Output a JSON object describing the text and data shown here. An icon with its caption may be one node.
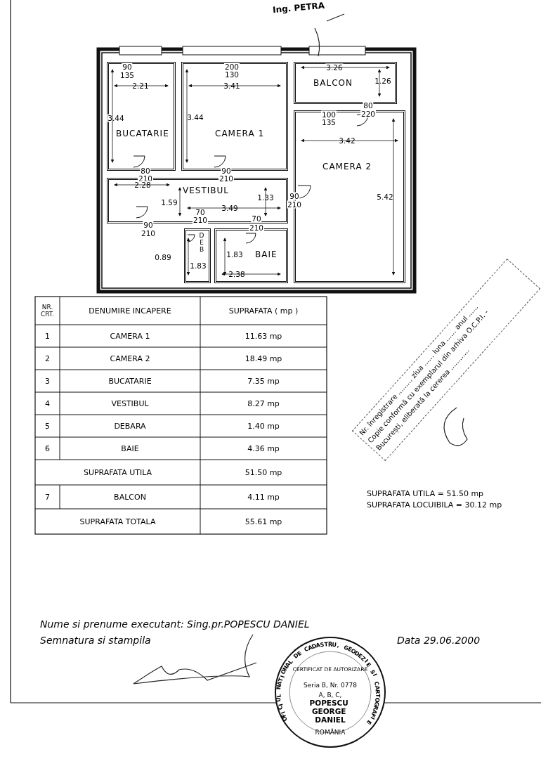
{
  "diagram": {
    "nodes": [
      {
        "text": [
          "BUCATARIE"
        ]
      },
      {
        "text": [
          "CAMERA 1"
        ]
      },
      {
        "text": [
          "BALCON"
        ]
      },
      {
        "text": [
          "CAMERA 2"
        ]
      },
      {
        "text": [
          "VESTIBUL"
        ]
      },
      {
        "text": [
          "DEB"
        ]
      },
      {
        "text": [
          "BAIE"
        ]
      }
    ],
    "labels": [
      "90",
      "135",
      "2.21",
      "3.44",
      "200",
      "130",
      "3.41",
      "3.44",
      "3.26",
      "1.26",
      "80",
      "100",
      "220",
      "135",
      "3.42",
      "80",
      "210",
      "90",
      "210",
      "2.28",
      "1.59",
      "1.33",
      "3.49",
      "90",
      "210",
      "5.42",
      "70",
      "210",
      "90",
      "210",
      "70",
      "210",
      "0.89",
      "1.83",
      "1.83",
      "2.38",
      "NR. CRT.",
      "DENUMIRE INCAPERE",
      "SUPRAFATA ( mp )",
      "1",
      "CAMERA 1",
      "11.63 mp",
      "2",
      "CAMERA 2",
      "18.49 mp",
      "3",
      "BUCATARIE",
      "7.35 mp",
      "4",
      "VESTIBUL",
      "8.27 mp",
      "5",
      "DEBARA",
      "1.40 mp",
      "6",
      "BAIE",
      "4.36 mp",
      "SUPRAFATA UTILA",
      "51.50 mp",
      "7",
      "BALCON",
      "4.11 mp",
      "SUPRAFATA TOTALA",
      "55.61 mp",
      "SUPRAFATA UTILA = 51.50 mp",
      "SUPRAFATA LOCUIBILA = 30.12 mp",
      "Nume si prenume executant: Sing.pr.POPESCU DANIEL",
      "Semnatura si stampila",
      "Data 29.06.2000",
      "OFICIUL NATIONAL DE CADASTRU, GEODEZIE SI CARTOGRAFIE",
      "CERTIFICAT DE AUTORIZARE",
      "Seria B, Nr. 0778",
      "A, B, C,",
      "POPESCU GEORGE DANIEL",
      "ROMÂNIA",
      "Nr. înregistrare ......... ziua ...... luna ...... anul ......",
      "Copie conformă cu exemplarul din arhiva O.C.P.I. -",
      "București, eliberată la cererea ............",
      "Ing. PETRA"
    ]
  }
}
